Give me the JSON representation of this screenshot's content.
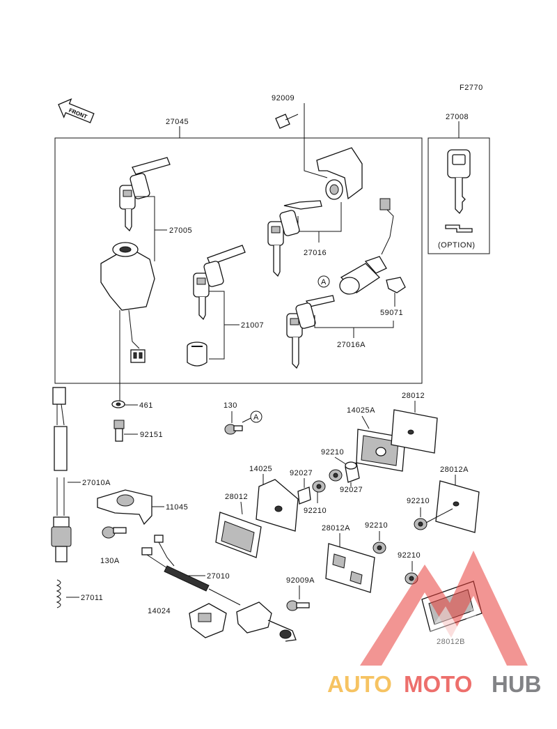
{
  "figure_code": "F2770",
  "front_arrow_label": "FRONT",
  "option_label": "(OPTION)",
  "callout_a": "A",
  "brand": {
    "auto": "AUTO",
    "moto": "MOTO",
    "hub": "HUB",
    "auto_color": "#f3b02e",
    "moto_color": "#e8403b",
    "hub_color": "#6d6e71"
  },
  "parts": {
    "p92009": "92009",
    "p27045": "27045",
    "p27008": "27008",
    "p27005": "27005",
    "p27016": "27016",
    "p59071": "59071",
    "p21007": "21007",
    "p27016A": "27016A",
    "p461": "461",
    "p130_top": "130",
    "p92151": "92151",
    "p14025A": "14025A",
    "p28012_top": "28012",
    "p92210_a": "92210",
    "p27010A": "27010A",
    "p14025": "14025",
    "p92027_a": "92027",
    "p92027_b": "92027",
    "p28012A_right": "28012A",
    "p11045": "11045",
    "p28012_mid": "28012",
    "p92210_b": "92210",
    "p92210_c": "92210",
    "p130A": "130A",
    "p28012A_mid": "28012A",
    "p92210_d": "92210",
    "p92210_e": "92210",
    "p27010": "27010",
    "p92009A": "92009A",
    "p27011": "27011",
    "p14024": "14024",
    "p28012B": "28012B"
  }
}
